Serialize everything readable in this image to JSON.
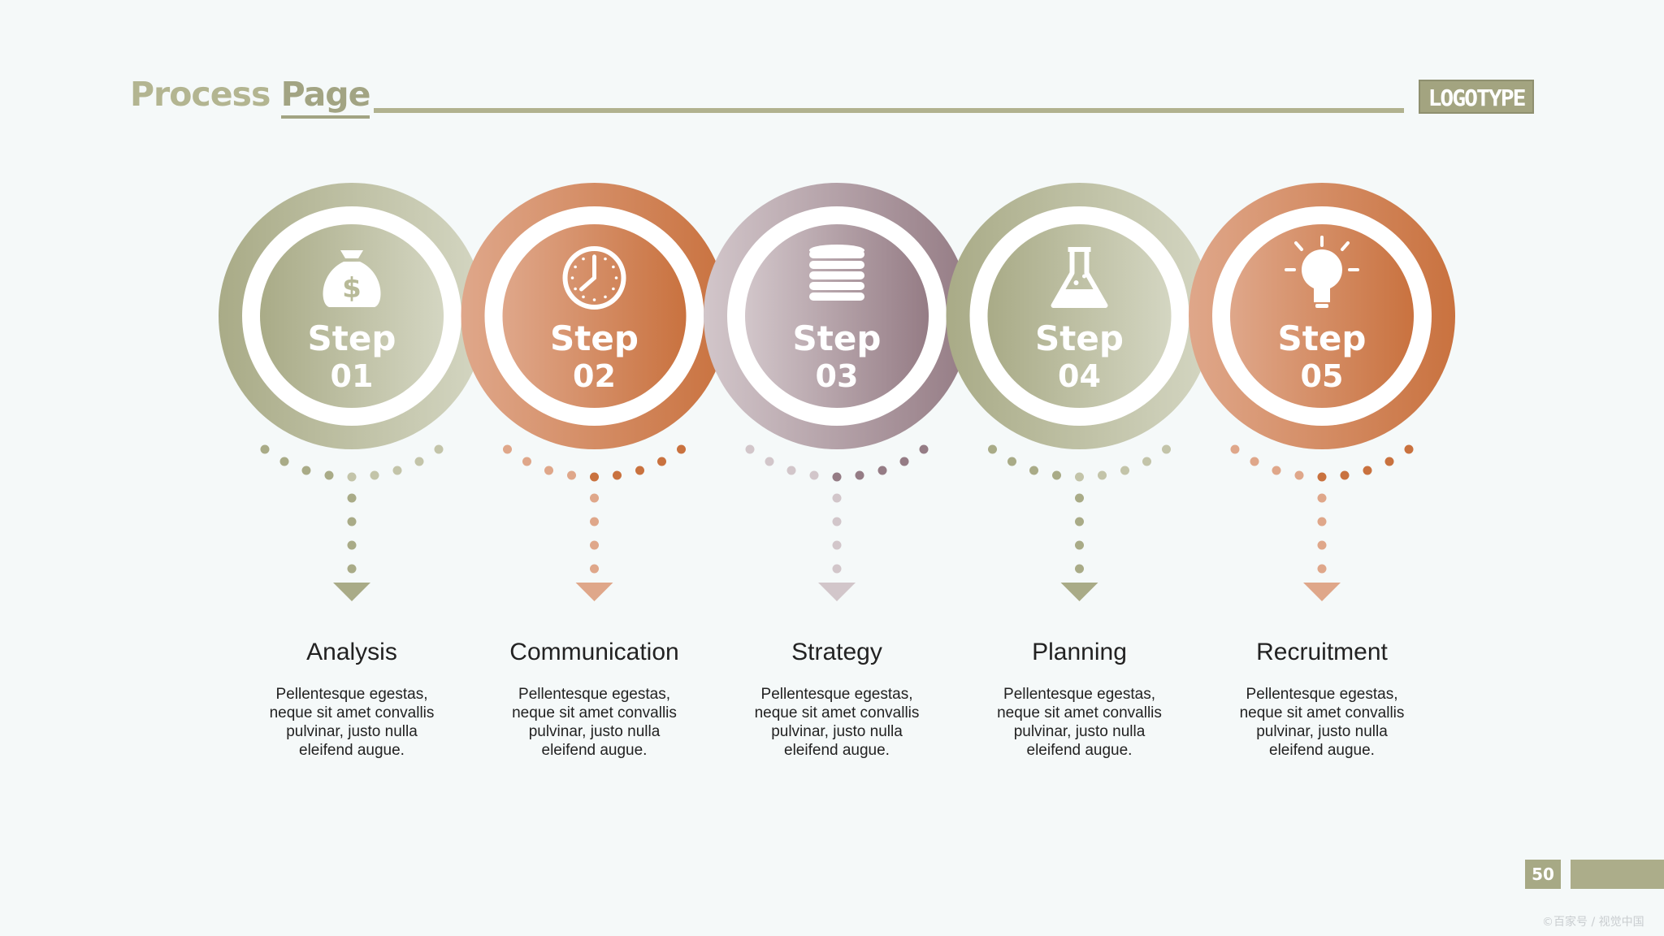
{
  "header": {
    "title_part1": "Process",
    "title_part2": "Page",
    "logo": "LOGOTYPE"
  },
  "steps": [
    {
      "word": "Step",
      "num": "01",
      "title": "Analysis",
      "icon": "money-bag-icon",
      "desc": [
        "Pellentesque egestas,",
        "neque sit amet convallis",
        "pulvinar, justo nulla",
        "eleifend augue."
      ],
      "color_start": "#a9ab87",
      "color_end": "#d4d6c2"
    },
    {
      "word": "Step",
      "num": "02",
      "title": "Communication",
      "icon": "clock-icon",
      "desc": [
        "Pellentesque egestas,",
        "neque sit amet convallis",
        "pulvinar, justo nulla",
        "eleifend augue."
      ],
      "color_start": "#dfa78a",
      "color_end": "#c9723f"
    },
    {
      "word": "Step",
      "num": "03",
      "title": "Strategy",
      "icon": "coin-stack-icon",
      "desc": [
        "Pellentesque egestas,",
        "neque sit amet convallis",
        "pulvinar, justo nulla",
        "eleifend augue."
      ],
      "color_start": "#d2c6ca",
      "color_end": "#957c85"
    },
    {
      "word": "Step",
      "num": "04",
      "title": "Planning",
      "icon": "flask-icon",
      "desc": [
        "Pellentesque egestas,",
        "neque sit amet convallis",
        "pulvinar, justo nulla",
        "eleifend augue."
      ],
      "color_start": "#a9ab87",
      "color_end": "#d4d6c2"
    },
    {
      "word": "Step",
      "num": "05",
      "title": "Recruitment",
      "icon": "lightbulb-icon",
      "desc": [
        "Pellentesque egestas,",
        "neque sit amet convallis",
        "pulvinar, justo nulla",
        "eleifend augue."
      ],
      "color_start": "#dfa78a",
      "color_end": "#c9723f"
    }
  ],
  "footer": {
    "page_number": "50",
    "watermark": "©百家号 / 视觉中国"
  }
}
